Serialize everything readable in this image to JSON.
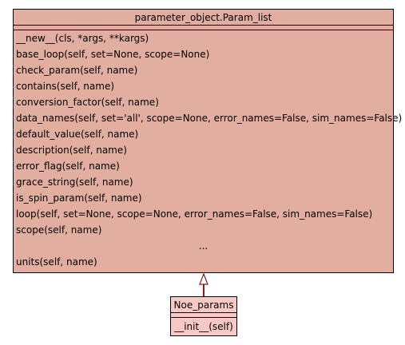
{
  "classes": {
    "param_list": {
      "name": "parameter_object.Param_list",
      "methods": [
        "__new__(cls, *args, **kargs)",
        "base_loop(self, set=None, scope=None)",
        "check_param(self, name)",
        "contains(self, name)",
        "conversion_factor(self, name)",
        "data_names(self, set='all', scope=None, error_names=False, sim_names=False)",
        "default_value(self, name)",
        "description(self, name)",
        "error_flag(self, name)",
        "grace_string(self, name)",
        "is_spin_param(self, name)",
        "loop(self, set=None, scope=None, error_names=False, sim_names=False)",
        "scope(self, name)",
        "...",
        "units(self, name)"
      ],
      "fill_color": "#e2aea0"
    },
    "noe_params": {
      "name": "Noe_params",
      "methods": [
        "__init__(self)"
      ],
      "fill_color": "#f9c9c6"
    }
  },
  "relations": [
    {
      "type": "inheritance",
      "from": "Noe_params",
      "to": "parameter_object.Param_list",
      "color": "#8b1a1a"
    }
  ]
}
